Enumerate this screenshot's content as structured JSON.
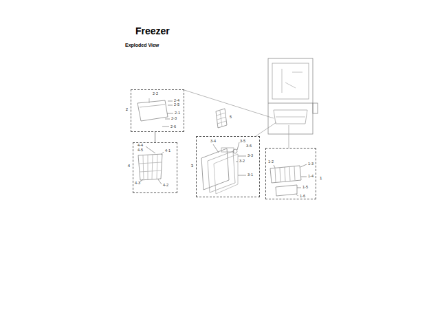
{
  "diagram": {
    "title": "Freezer",
    "nodes": [
      {
        "text": [
          "2"
        ]
      },
      {
        "text": [
          "4"
        ]
      },
      {
        "text": [
          "3"
        ]
      },
      {
        "text": [
          "1"
        ]
      }
    ],
    "edges": [
      {
        "from": 0,
        "to": 1,
        "arrow": "none"
      }
    ],
    "labels": [
      "Exploded View",
      "5",
      "2-2",
      "2-4",
      "2-5",
      "2-1",
      "2-3",
      "2-6",
      "4-4",
      "4-5",
      "4-1",
      "4-3",
      "4-2",
      "3-4",
      "3-5",
      "3-6",
      "3-3",
      "3-2",
      "3-1",
      "1-2",
      "1-3",
      "1-4",
      "1-5",
      "1-6"
    ]
  }
}
